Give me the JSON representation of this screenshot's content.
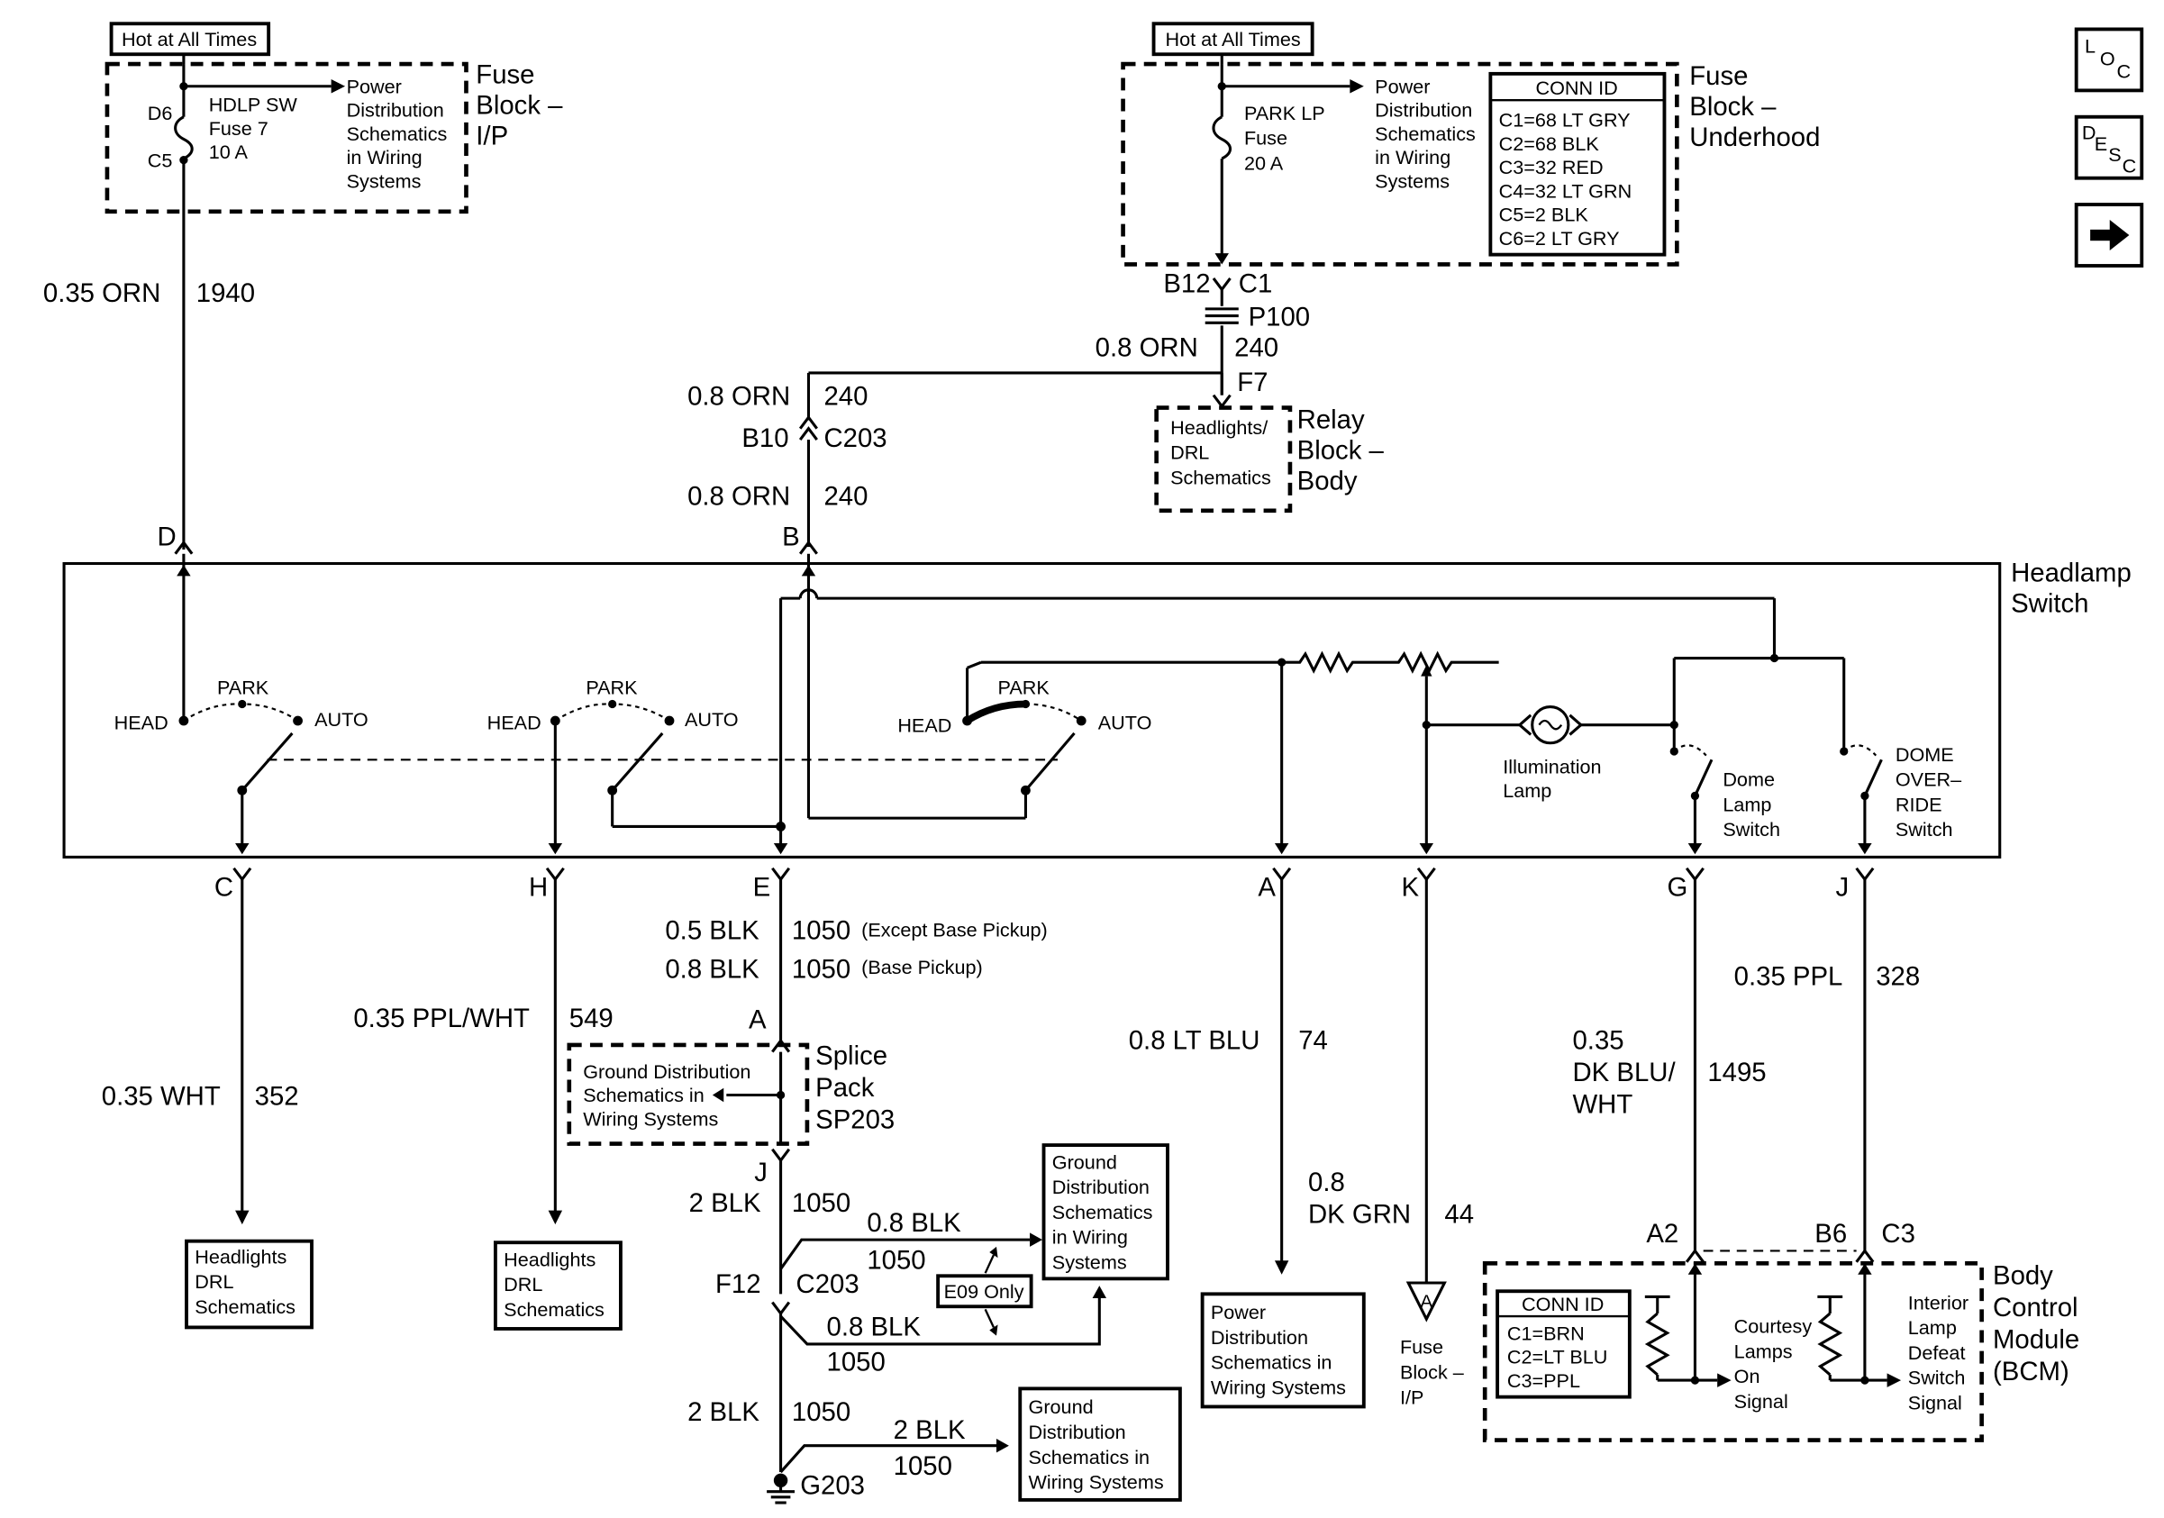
{
  "hot_labels": [
    "Hot at All Times",
    "Hot at All Times"
  ],
  "fuse_ip": {
    "pin_top": "D6",
    "pin_bottom": "C5",
    "fuse_lines": [
      "HDLP SW",
      "Fuse 7",
      "10 A"
    ],
    "power_lines": [
      "Power",
      "Distribution",
      "Schematics",
      "in Wiring",
      "Systems"
    ],
    "block_lines": [
      "Fuse",
      "Block –",
      "I/P"
    ]
  },
  "fuse_uh": {
    "fuse_lines": [
      "PARK LP",
      "Fuse",
      "20 A"
    ],
    "power_lines": [
      "Power",
      "Distribution",
      "Schematics",
      "in Wiring",
      "Systems"
    ],
    "conn_title": "CONN ID",
    "conn_lines": [
      "C1=68 LT GRY",
      "C2=68 BLK",
      "C3=32 RED",
      "C4=32 LT GRN",
      "C5=2 BLK",
      "C6=2 LT GRY"
    ],
    "block_lines": [
      "Fuse",
      "Block –",
      "Underhood"
    ]
  },
  "nav_icons": [
    "loc-icon",
    "desc-icon",
    "arrow-right-icon"
  ],
  "nav_text": {
    "loc_l": "L",
    "loc_o": "O",
    "loc_c": "C",
    "desc_d": "D",
    "desc_e": "E",
    "desc_s": "S",
    "desc_c": "C"
  },
  "wires": {
    "w1940_gauge": "0.35 ORN",
    "w1940_num": "1940",
    "b12": "B12",
    "c1": "C1",
    "p100": "P100",
    "w240a_gauge": "0.8 ORN",
    "w240a_num": "240",
    "f7": "F7",
    "w240b_gauge": "0.8 ORN",
    "w240b_num": "240",
    "b10": "B10",
    "c203a": "C203",
    "w240c_gauge": "0.8 ORN",
    "w240c_num": "240"
  },
  "relay_block": {
    "inner_lines": [
      "Headlights/",
      "DRL",
      "Schematics"
    ],
    "block_lines": [
      "Relay",
      "Block –",
      "Body"
    ]
  },
  "switch": {
    "title_lines": [
      "Headlamp",
      "Switch"
    ],
    "pins_top": [
      "D",
      "B"
    ],
    "pins_bottom": [
      "C",
      "H",
      "E",
      "A",
      "K",
      "G",
      "J"
    ],
    "head": "HEAD",
    "park": "PARK",
    "auto": "AUTO",
    "illumination_lines": [
      "Illumination",
      "Lamp"
    ],
    "dome_lines": [
      "Dome",
      "Lamp",
      "Switch"
    ],
    "override_lines": [
      "DOME",
      "OVER–",
      "RIDE",
      "Switch"
    ]
  },
  "lower_wires": {
    "w352_gauge": "0.35 WHT",
    "w352_num": "352",
    "w549_gauge": "0.35 PPL/WHT",
    "w549_num": "549",
    "w1050a_gauge": "0.5 BLK",
    "w1050a_num": "1050",
    "w1050a_note": "(Except Base Pickup)",
    "w1050b_gauge": "0.8 BLK",
    "w1050b_num": "1050",
    "w1050b_note": "(Base Pickup)",
    "sp_a": "A",
    "sp_j": "J",
    "w1050c_gauge": "2 BLK",
    "w1050c_num": "1050",
    "w1050d_gauge": "0.8 BLK",
    "w1050d_num": "1050",
    "f12": "F12",
    "c203b": "C203",
    "e09": "E09 Only",
    "w1050e_gauge": "0.8 BLK",
    "w1050e_num": "1050",
    "w1050f_gauge": "2 BLK",
    "w1050f_num": "1050",
    "w1050g_gauge": "2 BLK",
    "w1050g_num": "1050",
    "g203": "G203",
    "w74_gauge": "0.8 LT BLU",
    "w74_num": "74",
    "w44_gauge_1": "0.8",
    "w44_gauge_2": "DK GRN",
    "w44_num": "44",
    "w1495_gauge_1": "0.35",
    "w1495_gauge_2": "DK BLU/",
    "w1495_gauge_3": "WHT",
    "w1495_num": "1495",
    "w328_gauge": "0.35 PPL",
    "w328_num": "328"
  },
  "splice_pack": {
    "inner_lines": [
      "Ground Distribution",
      "Schematics in",
      "Wiring Systems"
    ],
    "label_lines": [
      "Splice",
      "Pack",
      "SP203"
    ]
  },
  "refs": {
    "hl_drl_1": [
      "Headlights",
      "DRL",
      "Schematics"
    ],
    "hl_drl_2": [
      "Headlights",
      "DRL",
      "Schematics"
    ],
    "ground_top": [
      "Ground",
      "Distribution",
      "Schematics",
      "in Wiring",
      "Systems"
    ],
    "ground_bottom": [
      "Ground",
      "Distribution",
      "Schematics in",
      "Wiring Systems"
    ],
    "power_dist": [
      "Power",
      "Distribution",
      "Schematics in",
      "Wiring Systems"
    ],
    "fuse_block_ip": [
      "Fuse",
      "Block –",
      "I/P"
    ],
    "triangle_letter": "A"
  },
  "bcm": {
    "a2": "A2",
    "b6": "B6",
    "c3": "C3",
    "conn_title": "CONN ID",
    "conn_lines": [
      "C1=BRN",
      "C2=LT BLU",
      "C3=PPL"
    ],
    "courtesy_lines": [
      "Courtesy",
      "Lamps",
      "On",
      "Signal"
    ],
    "interior_lines": [
      "Interior",
      "Lamp",
      "Defeat",
      "Switch",
      "Signal"
    ],
    "label_lines": [
      "Body",
      "Control",
      "Module",
      "(BCM)"
    ]
  }
}
